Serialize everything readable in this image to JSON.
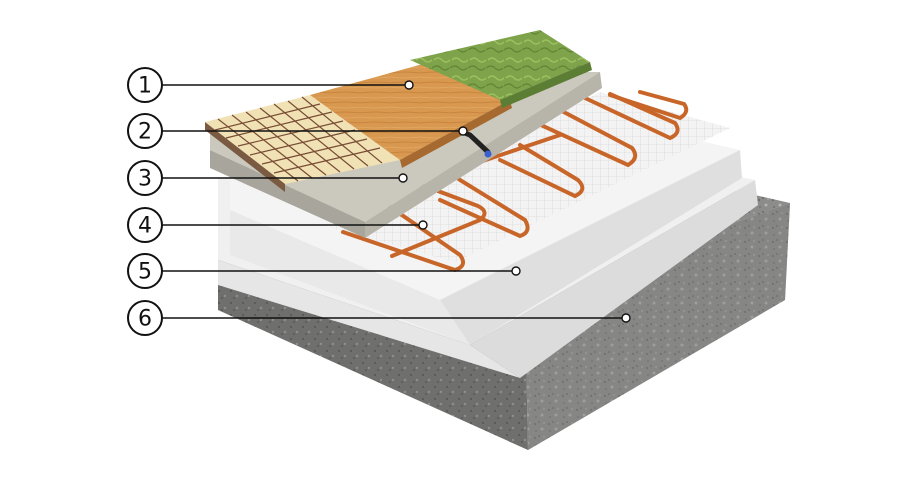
{
  "callouts": [
    {
      "number": "1",
      "target": "floor-finish-layer"
    },
    {
      "number": "2",
      "target": "temperature-sensor"
    },
    {
      "number": "3",
      "target": "screed-layer"
    },
    {
      "number": "4",
      "target": "heating-cable"
    },
    {
      "number": "5",
      "target": "insulation-layer"
    },
    {
      "number": "6",
      "target": "concrete-base"
    }
  ],
  "colors": {
    "callout_line": "#111111",
    "heating_cable": "#c8662a",
    "concrete": "#8a8a88",
    "insulation": "#eeeeee",
    "screed": "#c9c6bc",
    "wood": "#d4934a",
    "carpet": "#7fa24a",
    "tile_light": "#f1e2b6",
    "tile_dark": "#6b3d26"
  }
}
